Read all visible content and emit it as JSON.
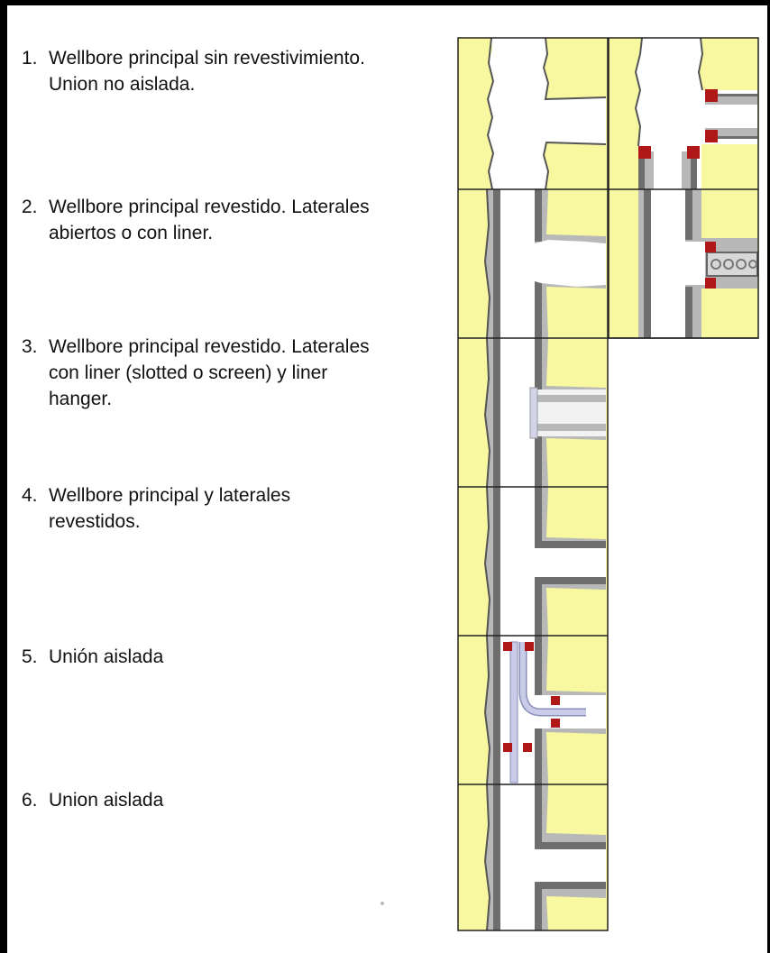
{
  "items": [
    {
      "number": "1.",
      "lines": [
        "Wellbore principal sin revestivimiento.",
        "Union no aislada."
      ]
    },
    {
      "number": "2.",
      "lines": [
        "Wellbore principal revestido. Laterales",
        "abiertos o con liner."
      ]
    },
    {
      "number": "3.",
      "lines": [
        "Wellbore principal revestido. Laterales",
        "con liner (slotted o screen) y liner",
        "hanger."
      ]
    },
    {
      "number": "4.",
      "lines": [
        "Wellbore principal y laterales",
        "revestidos."
      ]
    },
    {
      "number": "5.",
      "lines": [
        "Unión aislada"
      ]
    },
    {
      "number": "6.",
      "lines": [
        "Union aislada"
      ]
    }
  ],
  "colors": {
    "formation": "#f8f8a0",
    "borehole": "#ffffff",
    "casing": "#6e6e6e",
    "cement": "#b8b8b8",
    "seal": "#b01818",
    "tubing": "#c8cce8",
    "grid_line": "#222222"
  }
}
